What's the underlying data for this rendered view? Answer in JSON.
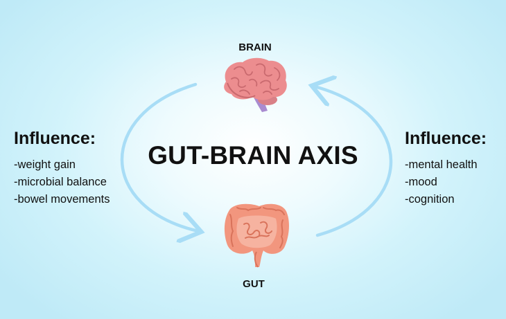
{
  "diagram": {
    "title": "GUT-BRAIN AXIS",
    "top_node": {
      "label": "BRAIN",
      "icon": "brain-icon"
    },
    "bottom_node": {
      "label": "GUT",
      "icon": "intestine-icon"
    },
    "left_panel": {
      "heading": "Influence:",
      "items": [
        "-weight gain",
        "-microbial balance",
        "-bowel movements"
      ]
    },
    "right_panel": {
      "heading": "Influence:",
      "items": [
        "-mental health",
        "-mood",
        "-cognition"
      ]
    },
    "colors": {
      "arrow": "#a8ddf6",
      "brain": "#ec8d8f",
      "brainstem": "#a98bd0",
      "gut": "#f2967e",
      "background": "#cdeff9"
    }
  }
}
